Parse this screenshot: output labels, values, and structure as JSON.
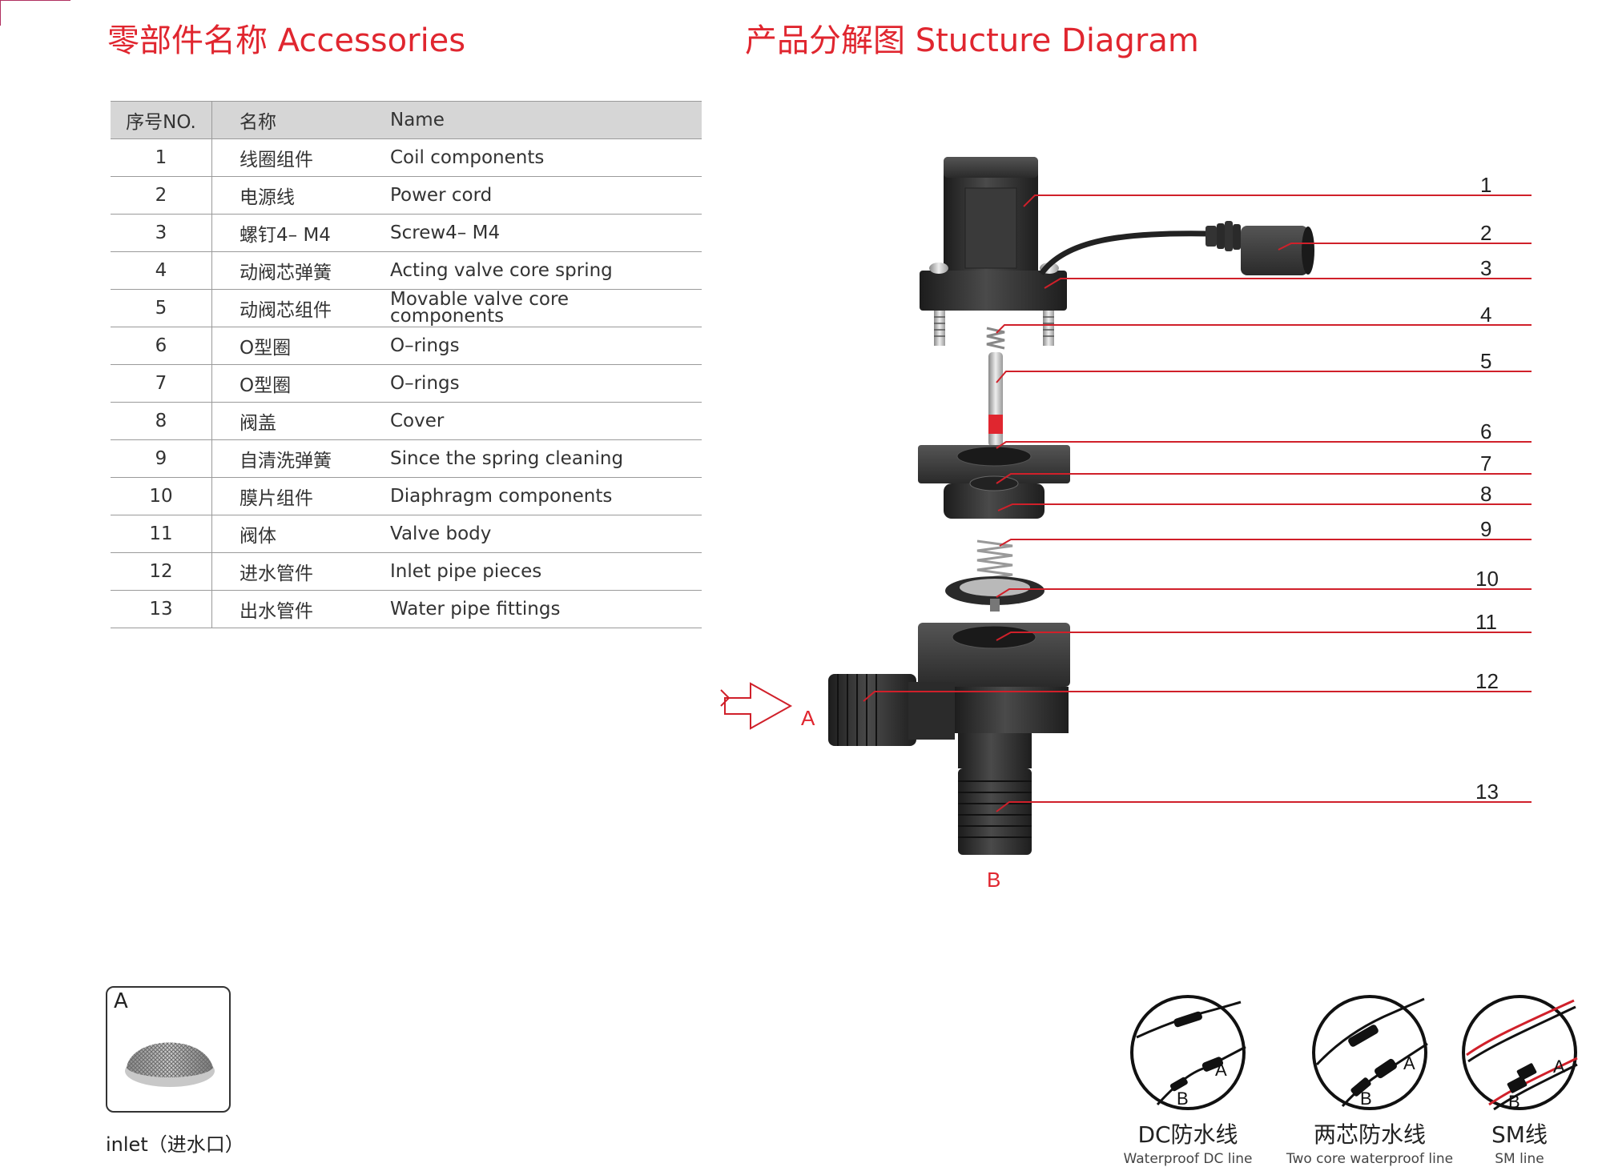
{
  "headings": {
    "accessories": "零部件名称 Accessories",
    "diagram": "产品分解图 Stucture Diagram"
  },
  "table": {
    "headers": {
      "no": "序号NO.",
      "cn": "名称",
      "en": "Name"
    },
    "rows": [
      {
        "no": "1",
        "cn": "线圈组件",
        "en": "Coil components"
      },
      {
        "no": "2",
        "cn": "电源线",
        "en": "Power cord"
      },
      {
        "no": "3",
        "cn": "螺钉4– M4",
        "en": "Screw4– M4"
      },
      {
        "no": "4",
        "cn": "动阀芯弹簧",
        "en": "Acting valve core spring"
      },
      {
        "no": "5",
        "cn": "动阀芯组件",
        "en": "Movable valve core components"
      },
      {
        "no": "6",
        "cn": "O型圈",
        "en": "O–rings"
      },
      {
        "no": "7",
        "cn": "O型圈",
        "en": "O–rings"
      },
      {
        "no": "8",
        "cn": "阀盖",
        "en": "Cover"
      },
      {
        "no": "9",
        "cn": "自清洗弹簧",
        "en": "Since the spring cleaning"
      },
      {
        "no": "10",
        "cn": "膜片组件",
        "en": "Diaphragm components"
      },
      {
        "no": "11",
        "cn": "阀体",
        "en": "Valve body"
      },
      {
        "no": "12",
        "cn": "进水管件",
        "en": "Inlet pipe pieces"
      },
      {
        "no": "13",
        "cn": "出水管件",
        "en": "Water pipe fittings"
      }
    ]
  },
  "diagram": {
    "callouts": [
      "1",
      "2",
      "3",
      "4",
      "5",
      "6",
      "7",
      "8",
      "9",
      "10",
      "11",
      "12",
      "13"
    ],
    "inlet_letter": "A",
    "outlet_letter": "B"
  },
  "inlet": {
    "letter": "A",
    "caption": "inlet（进水口）"
  },
  "cables": [
    {
      "cn": "DC防水线",
      "en": "Waterproof DC line",
      "a": "A",
      "b": "B"
    },
    {
      "cn": "两芯防水线",
      "en": "Two core waterproof line",
      "a": "A",
      "b": "B"
    },
    {
      "cn": "SM线",
      "en": "SM line",
      "a": "A",
      "b": "B"
    }
  ],
  "colors": {
    "accent": "#e0262f",
    "leader": "#d0202a",
    "part": "#2a2a2a",
    "table_header": "#d6d6d6"
  }
}
